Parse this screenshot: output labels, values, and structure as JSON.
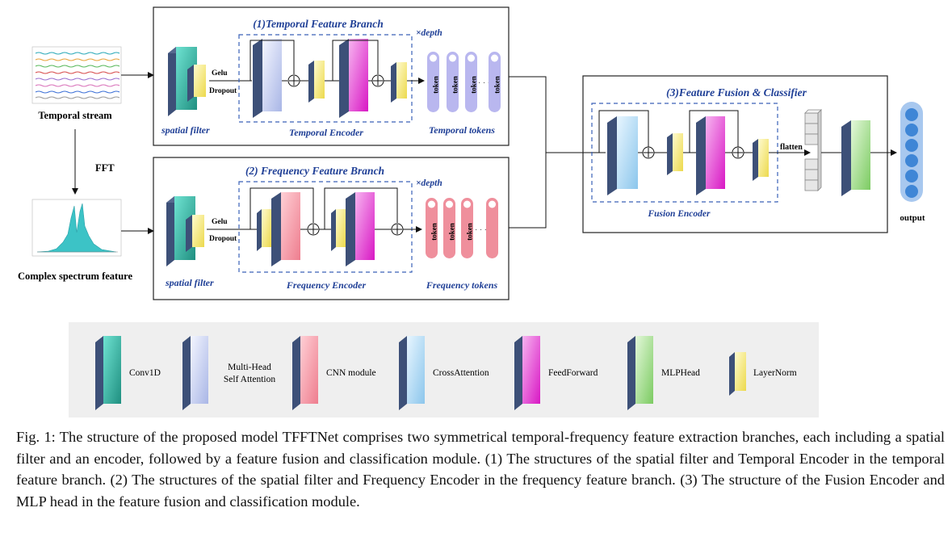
{
  "diagram": {
    "input": {
      "temporal_label": "Temporal stream",
      "fft_label": "FFT",
      "spectrum_label": "Complex spectrum feature"
    },
    "temporal_branch": {
      "title": "(1)Temporal Feature Branch",
      "gelu": "Gelu",
      "dropout": "Dropout",
      "depth": "×depth",
      "spatial_filter": "spatial filter",
      "encoder": "Temporal Encoder",
      "tokens_label": "Temporal tokens",
      "token_word": "token",
      "dots": "· · ·"
    },
    "frequency_branch": {
      "title": "(2) Frequency Feature Branch",
      "gelu": "Gelu",
      "dropout": "Dropout",
      "depth": "×depth",
      "spatial_filter": "spatial filter",
      "encoder": "Frequency Encoder",
      "tokens_label": "Frequency tokens",
      "token_word": "token",
      "dots": "· · ·"
    },
    "fusion": {
      "title": "(3)Feature Fusion & Classifier",
      "encoder": "Fusion Encoder",
      "flatten": "flatten",
      "output": "output"
    },
    "legend": [
      {
        "label": "Conv1D",
        "color": "#3fbfae"
      },
      {
        "label": "Multi-Head\nSelf Attention",
        "color": "#c9d3f2"
      },
      {
        "label": "CNN module",
        "color": "#f28c9a"
      },
      {
        "label": "CrossAttention",
        "color": "#a9d8f0"
      },
      {
        "label": "FeedForward",
        "color": "#e040d0"
      },
      {
        "label": "MLPHead",
        "color": "#8fd47a"
      },
      {
        "label": "LayerNorm",
        "color": "#f4ea7a"
      }
    ],
    "colors": {
      "block_side": "#3d5078",
      "temporal_token": "#b9b7ef",
      "frequency_token": "#ef8f9c",
      "output_node": "#3f86d6",
      "dashed": "#3a62b8",
      "title_blue": "#1f3f96"
    }
  },
  "caption": "Fig. 1: The structure of the proposed model TFFTNet comprises two symmetrical temporal-frequency feature extraction branches, each including a spatial filter and an encoder, followed by a feature fusion and classification module. (1) The structures of the spatial filter and Temporal Encoder in the temporal feature branch. (2) The structures of the spatial filter and Frequency Encoder in the frequency feature branch. (3) The structure of the Fusion Encoder and MLP head in the feature fusion and classification module."
}
